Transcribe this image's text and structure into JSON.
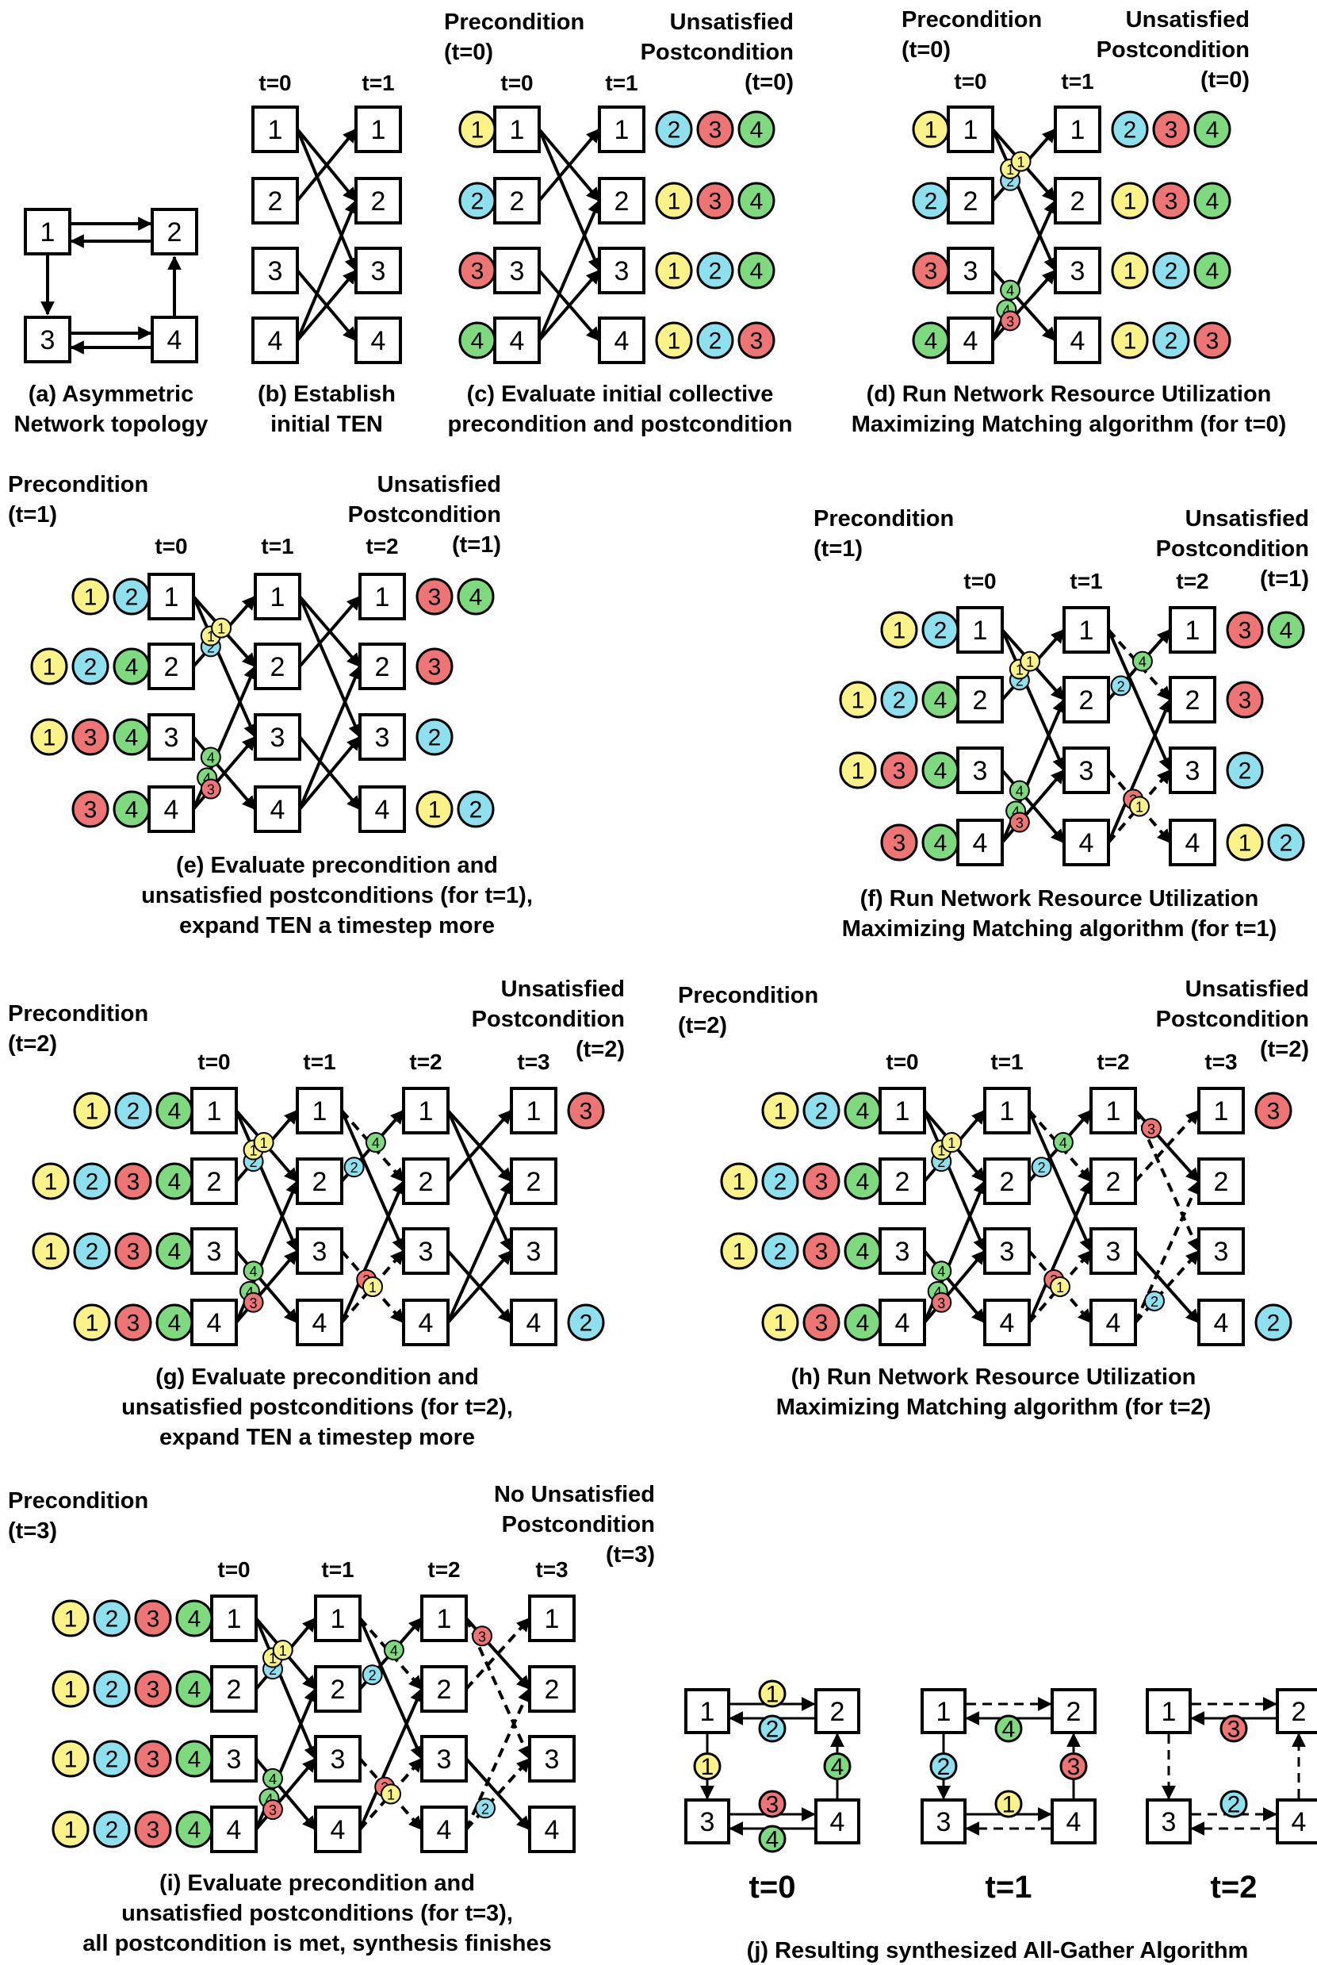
{
  "colors": {
    "chunk_1": "#fbf38a",
    "chunk_2": "#8ee0ee",
    "chunk_3": "#ee7575",
    "chunk_4": "#7fd97f"
  },
  "headers": {
    "precondition": "Precondition",
    "unsatisfied": "Unsatisfied",
    "postcondition": "Postcondition",
    "no_unsatisfied": "No Unsatisfied",
    "t0": "(t=0)",
    "t1": "(t=1)",
    "t2": "(t=2)",
    "t3": "(t=3)"
  },
  "timesteps": [
    "t=0",
    "t=1",
    "t=2",
    "t=3"
  ],
  "nodes": [
    "1",
    "2",
    "3",
    "4"
  ],
  "chunks": [
    "1",
    "2",
    "3",
    "4"
  ],
  "captions": {
    "a": [
      "(a) Asymmetric",
      "Network topology"
    ],
    "b": [
      "(b) Establish",
      "initial TEN"
    ],
    "c": [
      "(c) Evaluate initial collective",
      "precondition and postcondition"
    ],
    "d": [
      "(d) Run Network Resource Utilization",
      "Maximizing Matching algorithm (for t=0)"
    ],
    "e": [
      "(e) Evaluate precondition and",
      "unsatisfied postconditions (for t=1),",
      "expand TEN a timestep more"
    ],
    "f": [
      "(f) Run Network Resource Utilization",
      "Maximizing Matching algorithm (for t=1)"
    ],
    "g": [
      "(g) Evaluate precondition and",
      "unsatisfied postconditions (for t=2),",
      "expand TEN a timestep more"
    ],
    "h": [
      "(h) Run Network Resource Utilization",
      "Maximizing Matching algorithm (for t=2)"
    ],
    "i": [
      "(i) Evaluate precondition and",
      "unsatisfied postconditions (for t=3),",
      "all postcondition is met, synthesis finishes"
    ],
    "j": [
      "(j) Resulting synthesized All-Gather Algorithm"
    ]
  },
  "preconditions": {
    "t0": [
      [
        "1"
      ],
      [
        "2"
      ],
      [
        "3"
      ],
      [
        "4"
      ]
    ],
    "t1": [
      [
        "1",
        "2"
      ],
      [
        "1",
        "2",
        "4"
      ],
      [
        "1",
        "3",
        "4"
      ],
      [
        "3",
        "4"
      ]
    ],
    "t2": [
      [
        "1",
        "2",
        "4"
      ],
      [
        "1",
        "2",
        "3",
        "4"
      ],
      [
        "1",
        "2",
        "3",
        "4"
      ],
      [
        "1",
        "3",
        "4"
      ]
    ],
    "t3": [
      [
        "1",
        "2",
        "3",
        "4"
      ],
      [
        "1",
        "2",
        "3",
        "4"
      ],
      [
        "1",
        "2",
        "3",
        "4"
      ],
      [
        "1",
        "2",
        "3",
        "4"
      ]
    ]
  },
  "postconditions": {
    "t0": [
      [
        "2",
        "3",
        "4"
      ],
      [
        "1",
        "3",
        "4"
      ],
      [
        "1",
        "2",
        "4"
      ],
      [
        "1",
        "2",
        "3"
      ]
    ],
    "t1": [
      [
        "3",
        "4"
      ],
      [
        "3"
      ],
      [
        "2"
      ],
      [
        "1",
        "2"
      ]
    ],
    "t2": [
      [
        "3"
      ],
      [],
      [],
      [
        "2"
      ]
    ]
  },
  "result_steps": [
    "t=0",
    "t=1",
    "t=2"
  ]
}
